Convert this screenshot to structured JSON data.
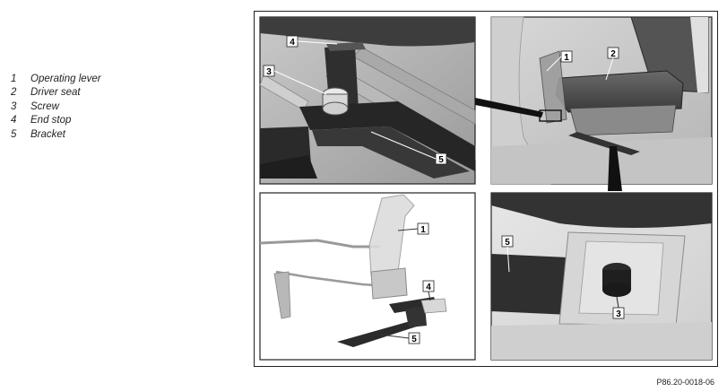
{
  "legend": [
    {
      "num": "1",
      "label": "Operating lever"
    },
    {
      "num": "2",
      "label": "Driver seat"
    },
    {
      "num": "3",
      "label": "Screw"
    },
    {
      "num": "4",
      "label": "End stop"
    },
    {
      "num": "5",
      "label": "Bracket"
    }
  ],
  "callouts": {
    "tl_4": "4",
    "tl_3": "3",
    "tl_5": "5",
    "tr_1": "1",
    "tr_2": "2",
    "bl_1": "1",
    "bl_4": "4",
    "bl_5": "5",
    "br_5": "5",
    "br_3": "3"
  },
  "caption": "P86.20-0018-06"
}
